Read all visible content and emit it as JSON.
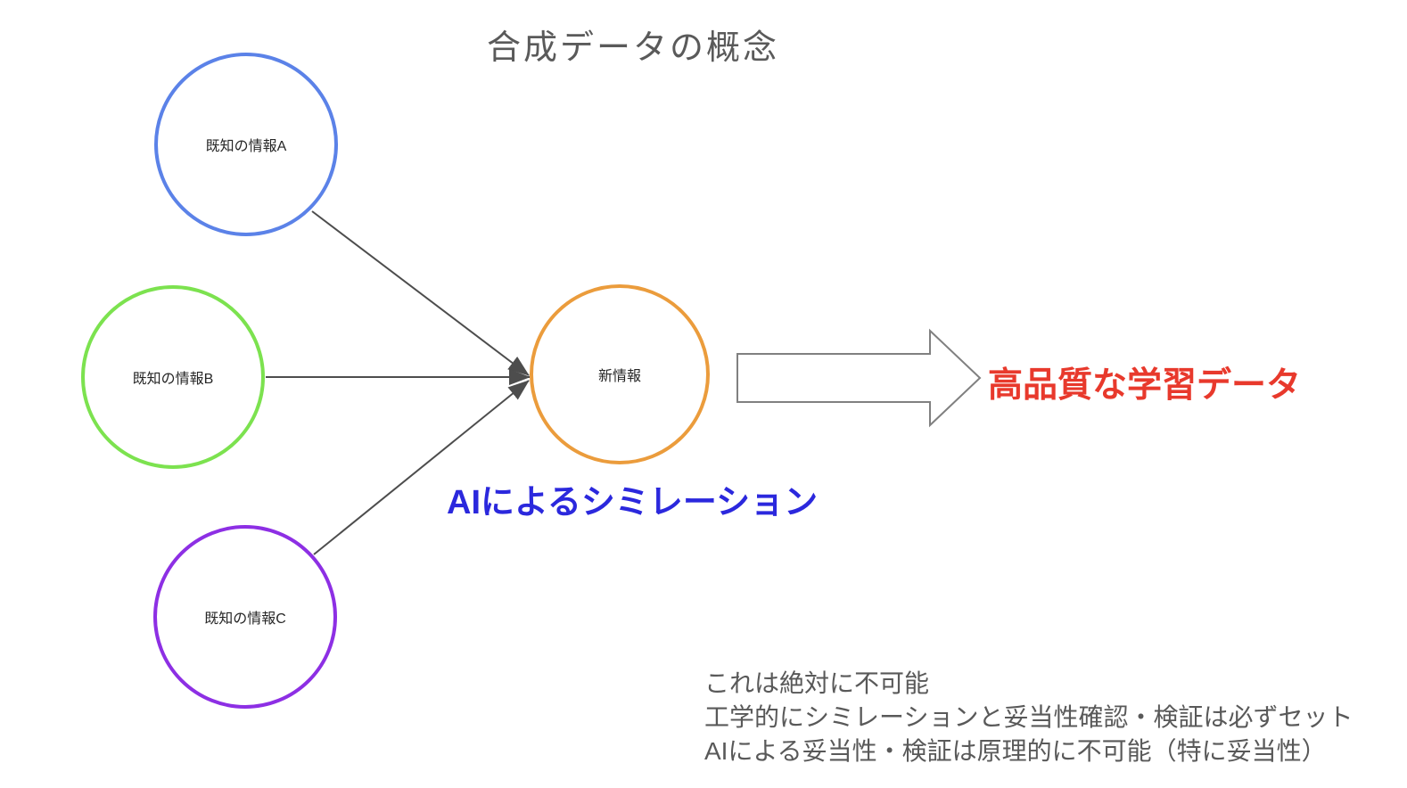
{
  "title": "合成データの概念",
  "nodes": {
    "known_a": {
      "label": "既知の情報A",
      "border_color": "#5b82e8"
    },
    "known_b": {
      "label": "既知の情報B",
      "border_color": "#7ce24f"
    },
    "known_c": {
      "label": "既知の情報C",
      "border_color": "#8d2fe4"
    },
    "new_info": {
      "label": "新情報",
      "border_color": "#eb9c3c"
    }
  },
  "connectors": {
    "line_color": "#4d4d4d",
    "arrowhead_color": "#4d4d4d",
    "block_arrow_outline": "#808080",
    "block_arrow_fill": "#ffffff"
  },
  "annotations": {
    "simulation_label": {
      "text": "AIによるシミレーション",
      "color": "#2b28dd"
    },
    "result_label": {
      "text": "高品質な学習データ",
      "color": "#e8392c"
    },
    "notes": {
      "color": "#595959",
      "lines": [
        "これは絶対に不可能",
        "工学的にシミレーションと妥当性確認・検証は必ずセット",
        "AIによる妥当性・検証は原理的に不可能（特に妥当性）"
      ]
    }
  }
}
